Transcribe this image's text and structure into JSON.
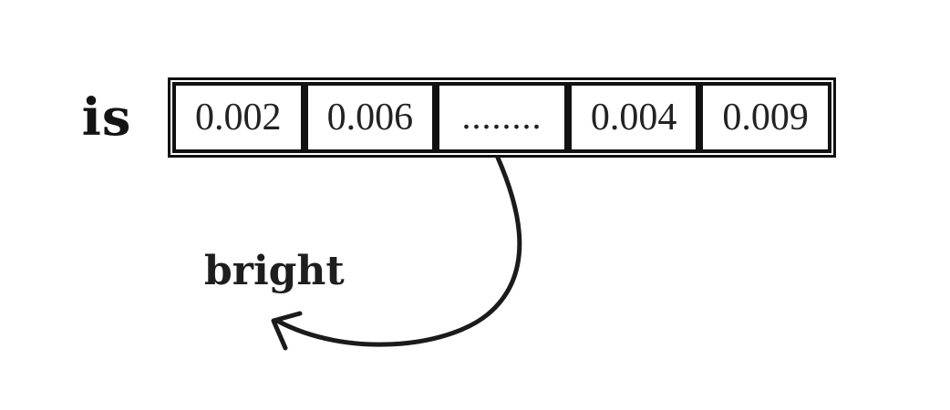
{
  "diagram": {
    "word_label": "is",
    "vector": {
      "cells": [
        "0.002",
        "0.006",
        "........",
        "0.004",
        "0.009"
      ]
    },
    "annotation": {
      "target_word": "bright"
    },
    "colors": {
      "ink": "#1b1b1b",
      "border": "#111111",
      "background": "#ffffff"
    }
  }
}
